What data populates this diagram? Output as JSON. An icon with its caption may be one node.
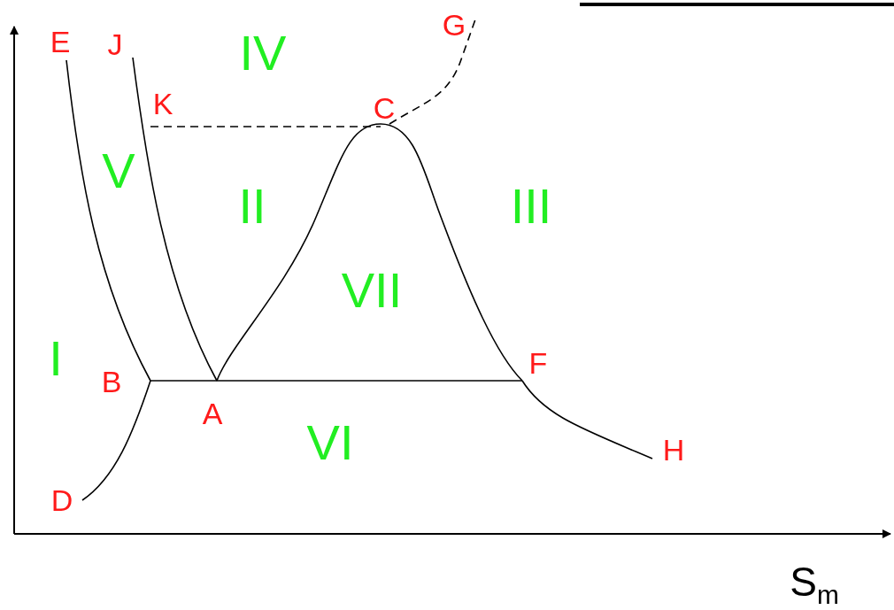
{
  "diagram": {
    "labels": [
      "E",
      "J",
      "G",
      "IV",
      "K",
      "C",
      "V",
      "II",
      "III",
      "VII",
      "I",
      "B",
      "F",
      "A",
      "VI",
      "H",
      "D",
      "S$_{m}$"
    ]
  }
}
